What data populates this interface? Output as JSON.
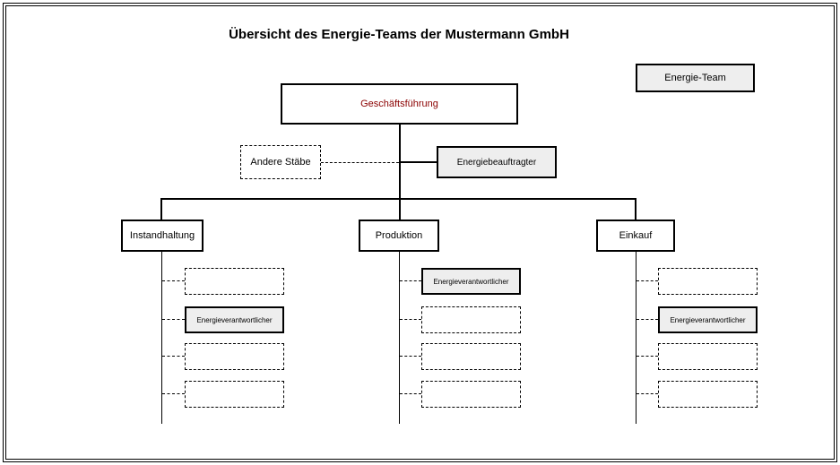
{
  "page": {
    "title": "Übersicht des Energie-Teams der Mustermann GmbH"
  },
  "legend": {
    "label": "Energie-Team"
  },
  "org": {
    "root": {
      "label": "Geschäftsführung"
    },
    "staff_left": {
      "label": "Andere Stäbe"
    },
    "staff_right": {
      "label": "Energiebeauftragter"
    },
    "columns": [
      {
        "department": "Instandhaltung",
        "slots": [
          "",
          "Energieverantwortlicher",
          "",
          ""
        ]
      },
      {
        "department": "Produktion",
        "slots": [
          "Energieverantwortlicher",
          "",
          "",
          ""
        ]
      },
      {
        "department": "Einkauf",
        "slots": [
          "",
          "Energieverantwortlicher",
          "",
          ""
        ]
      }
    ]
  },
  "colors": {
    "highlight_fill": "#eeeeee",
    "root_text": "#8b0000",
    "line": "#000000"
  }
}
